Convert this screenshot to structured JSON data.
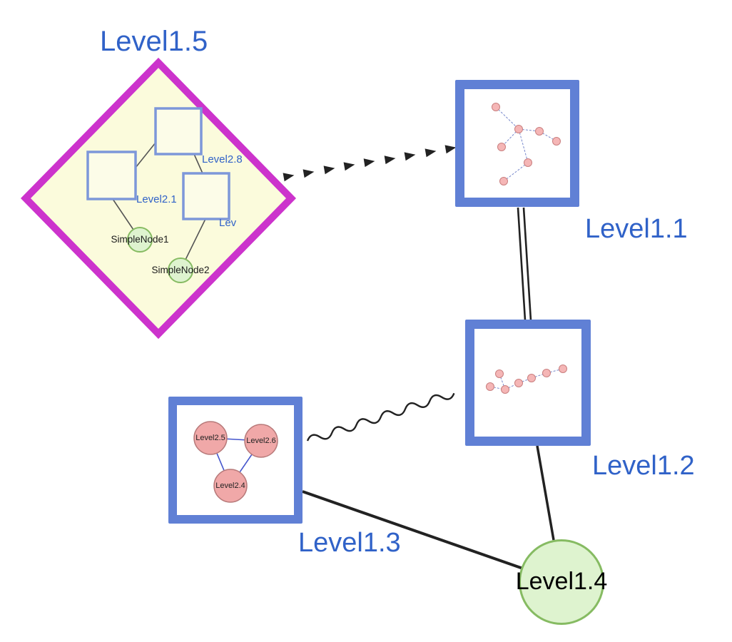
{
  "colors": {
    "label_blue": "#3062c8",
    "diamond_border": "#cc33cc",
    "diamond_fill": "#fbfbdc",
    "group_border": "#6080d5",
    "green_fill": "#def3cf",
    "green_border": "#86bb62",
    "pink_fill": "#f0a8a8",
    "pink_border": "#b87a7a",
    "edge_black": "#222222",
    "inner_edge_blue": "#4455cc"
  },
  "nodes": {
    "level15": {
      "label": "Level1.5",
      "shape": "diamond-group",
      "children": {
        "level28": {
          "label": "Level2.8",
          "shape": "square-group"
        },
        "level21": {
          "label": "Level2.1",
          "shape": "square-group"
        },
        "lev": {
          "label": "Lev",
          "shape": "square-group"
        },
        "simplenode1": {
          "label": "SimpleNode1",
          "shape": "circle"
        },
        "simplenode2": {
          "label": "SimpleNode2",
          "shape": "circle"
        }
      }
    },
    "level11": {
      "label": "Level1.1",
      "shape": "square-group"
    },
    "level12": {
      "label": "Level1.2",
      "shape": "square-group"
    },
    "level13": {
      "label": "Level1.3",
      "shape": "square-group",
      "children": {
        "level25": {
          "label": "Level2.5",
          "shape": "circle"
        },
        "level26": {
          "label": "Level2.6",
          "shape": "circle"
        },
        "level24": {
          "label": "Level2.4",
          "shape": "circle"
        }
      }
    },
    "level14": {
      "label": "Level1.4",
      "shape": "circle"
    }
  },
  "edges": [
    {
      "from": "Level1.5",
      "to": "Level1.1",
      "style": "dashed-arrow-chain"
    },
    {
      "from": "Level1.1",
      "to": "Level1.2",
      "style": "double-line"
    },
    {
      "from": "Level1.3",
      "to": "Level1.2",
      "style": "wavy"
    },
    {
      "from": "Level1.3",
      "to": "Level1.4",
      "style": "solid"
    },
    {
      "from": "Level1.2",
      "to": "Level1.4",
      "style": "solid"
    }
  ]
}
